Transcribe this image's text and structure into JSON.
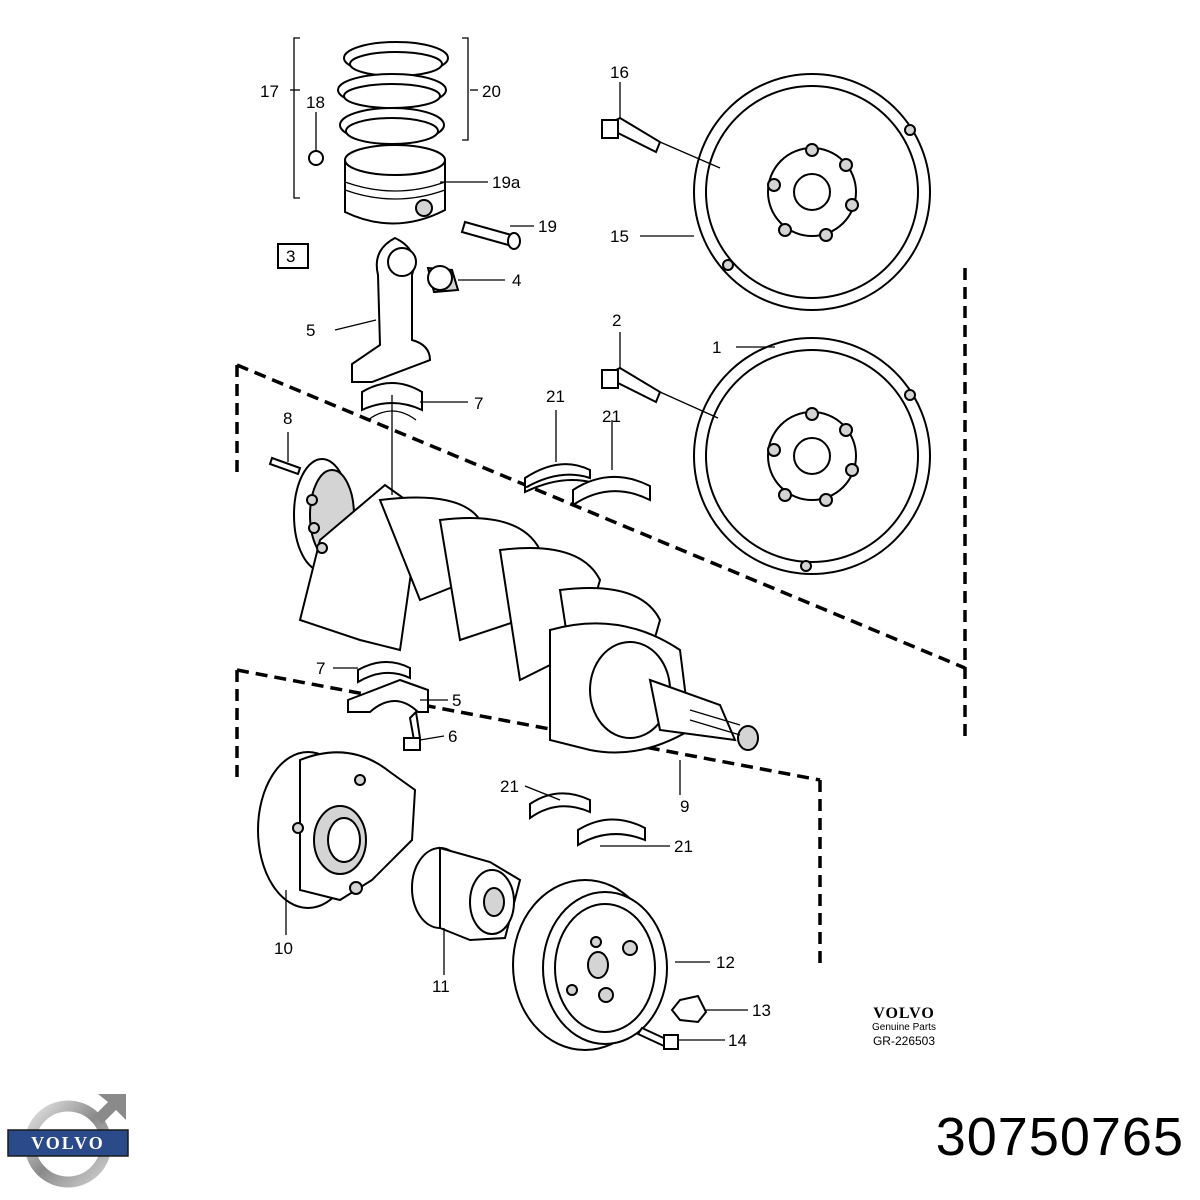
{
  "diagram": {
    "callouts": {
      "c1": "1",
      "c2": "2",
      "c3": "3",
      "c4": "4",
      "c5a": "5",
      "c5b": "5",
      "c6": "6",
      "c7a": "7",
      "c7b": "7",
      "c8": "8",
      "c9": "9",
      "c10": "10",
      "c11": "11",
      "c12": "12",
      "c13": "13",
      "c14": "14",
      "c15": "15",
      "c16": "16",
      "c17": "17",
      "c18": "18",
      "c19": "19",
      "c19a": "19a",
      "c20": "20",
      "c21a": "21",
      "c21b": "21",
      "c21c": "21",
      "c21d": "21"
    },
    "brand_block": {
      "brand": "VOLVO",
      "subtitle": "Genuine Parts",
      "reference": "GR-226503"
    }
  },
  "logo": {
    "text": "VOLVO"
  },
  "part_number": "30750765"
}
